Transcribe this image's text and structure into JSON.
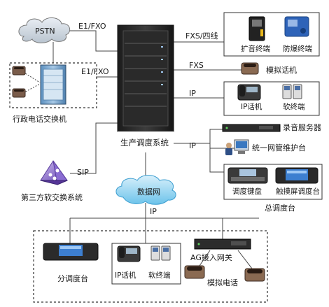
{
  "labels": {
    "pstn": "PSTN",
    "link_e1fxo_top": "E1/FXO",
    "link_e1fxo_mid": "E1/FXO",
    "admin_pbx": "行政电话交换机",
    "link_fxs_two_wire": "FXS/四线",
    "expansion_terminal": "扩音终端",
    "explosion_proof_terminal": "防爆终端",
    "link_fxs": "FXS",
    "analog_phone_right": "模拟话机",
    "link_ip_1": "IP",
    "ip_phone_right": "IP话机",
    "softphone_right": "软终端",
    "recording_server": "录音服务器",
    "link_ip_2": "IP",
    "unified_mgmt": "统一网管维护台",
    "core_system": "生产调度系统",
    "dispatch_keyboard": "调度键盘",
    "touchscreen_console": "触摸屏调度台",
    "main_console": "总调度台",
    "link_sip": "SIP",
    "third_party_softswitch": "第三方软交换系统",
    "data_network": "数据网",
    "link_ip_3": "IP",
    "sub_console": "分调度台",
    "ip_phone_bottom": "IP话机",
    "softphone_bottom": "软终端",
    "ag_gateway": "AG接入网关",
    "analog_phone_bottom": "模拟电话"
  }
}
